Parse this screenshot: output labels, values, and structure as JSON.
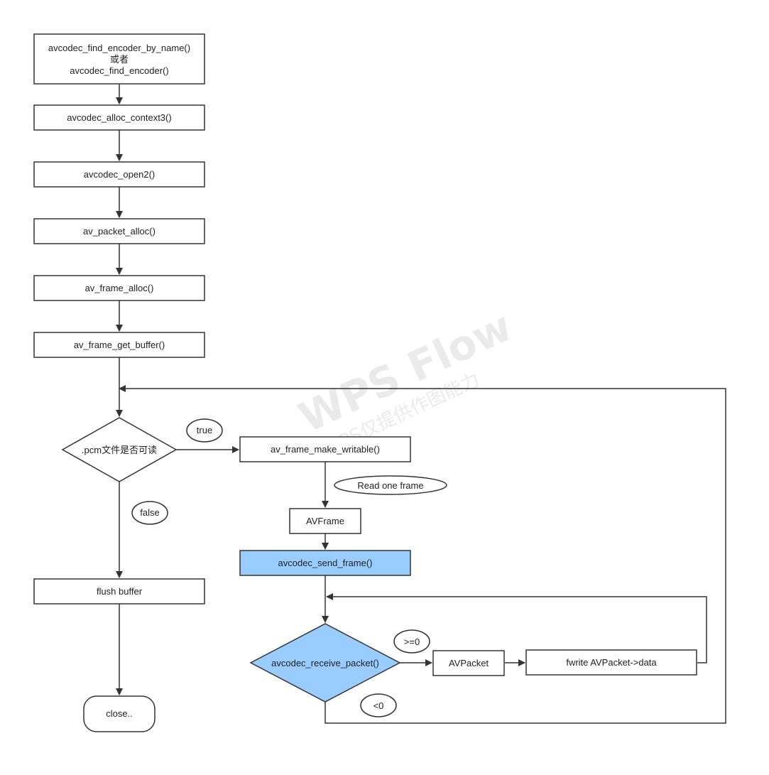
{
  "nodes": {
    "find_encoder": {
      "line1": "avcodec_find_encoder_by_name()",
      "line2": "或者",
      "line3": "avcodec_find_encoder()"
    },
    "alloc_context": "avcodec_alloc_context3()",
    "open2": "avcodec_open2()",
    "packet_alloc": "av_packet_alloc()",
    "frame_alloc": "av_frame_alloc()",
    "frame_get_buffer": "av_frame_get_buffer()",
    "pcm_readable": ".pcm文件是否可读",
    "make_writable": "av_frame_make_writable()",
    "avframe": "AVFrame",
    "send_frame": "avcodec_send_frame()",
    "receive_packet": "avcodec_receive_packet()",
    "avpacket": "AVPacket",
    "fwrite": "fwrite AVPacket->data",
    "flush_buffer": "flush buffer",
    "close": "close.."
  },
  "labels": {
    "true": "true",
    "false": "false",
    "read_one_frame": "Read one frame",
    "ge_zero": ">=0",
    "lt_zero": "<0"
  },
  "watermark": {
    "title": "WPS Flow",
    "subtitle": "WPS仅提供作图能力"
  },
  "colors": {
    "highlight": "#99ccff",
    "stroke": "#333333"
  }
}
